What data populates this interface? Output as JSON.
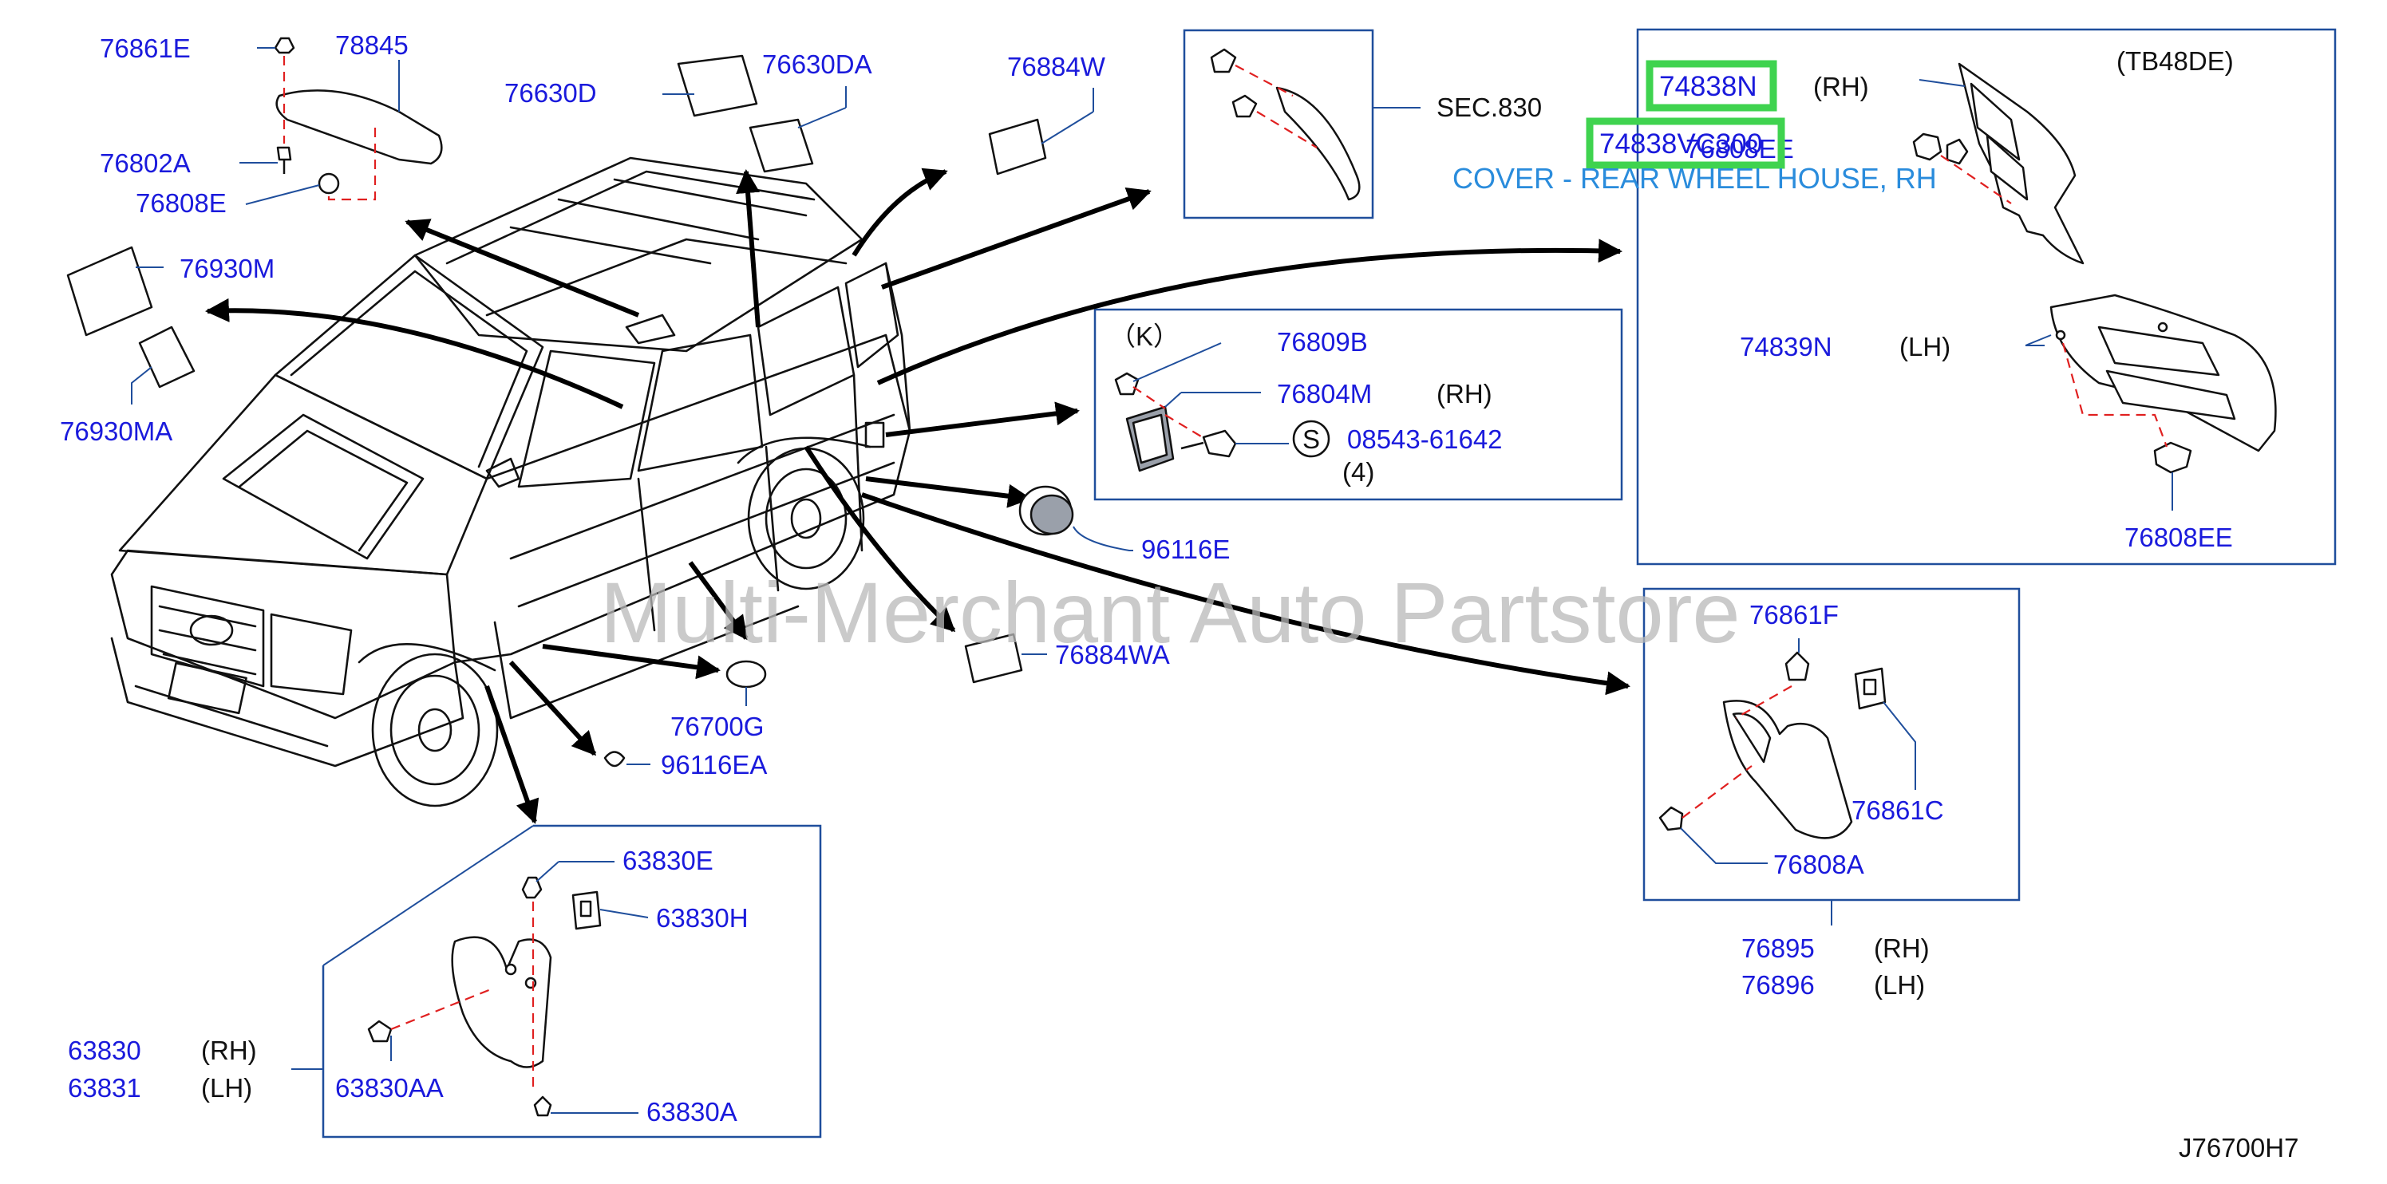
{
  "parts": {
    "p76861E": "76861E",
    "p78845": "78845",
    "p76802A": "76802A",
    "p76808E": "76808E",
    "p76630D": "76630D",
    "p76630DA": "76630DA",
    "p76884W": "76884W",
    "sec830": "SEC.830",
    "p76930M": "76930M",
    "p76930MA": "76930MA",
    "k_label": "（K）",
    "p76809B": "76809B",
    "p76804M": "76804M",
    "rh_76804M": "(RH)",
    "s_symbol": "S",
    "p08543": "08543-61642",
    "qty4": "(4)",
    "p96116E": "96116E",
    "p76884WA": "76884WA",
    "p76700G": "76700G",
    "p96116EA": "96116EA",
    "p63830E": "63830E",
    "p63830H": "63830H",
    "p63830": "63830",
    "rh_63830": "(RH)",
    "p63831": "63831",
    "lh_63831": "(LH)",
    "p63830AA": "63830AA",
    "p63830A": "63830A",
    "p74838N": "74838N",
    "rh_74838N": "(RH)",
    "tb48de": "(TB48DE)",
    "p74838VC300": "74838VC300",
    "p76808EE_top": "76808EE",
    "cover_desc": "COVER - REAR WHEEL HOUSE, RH",
    "p74839N": "74839N",
    "lh_74839N": "(LH)",
    "p76808EE_bot": "76808EE",
    "p76861F": "76861F",
    "p76861C": "76861C",
    "p76808A": "76808A",
    "p76895": "76895",
    "rh_76895": "(RH)",
    "p76896": "76896",
    "lh_76896": "(LH)"
  },
  "watermark": "Multi-Merchant Auto Partstore",
  "diagram_code": "J76700H7",
  "colors": {
    "part_number": "#1a1adc",
    "description": "#2a8cdc",
    "highlight": "#3fd34f",
    "dashed_line": "#e02020",
    "frame": "#1f4e9c"
  }
}
